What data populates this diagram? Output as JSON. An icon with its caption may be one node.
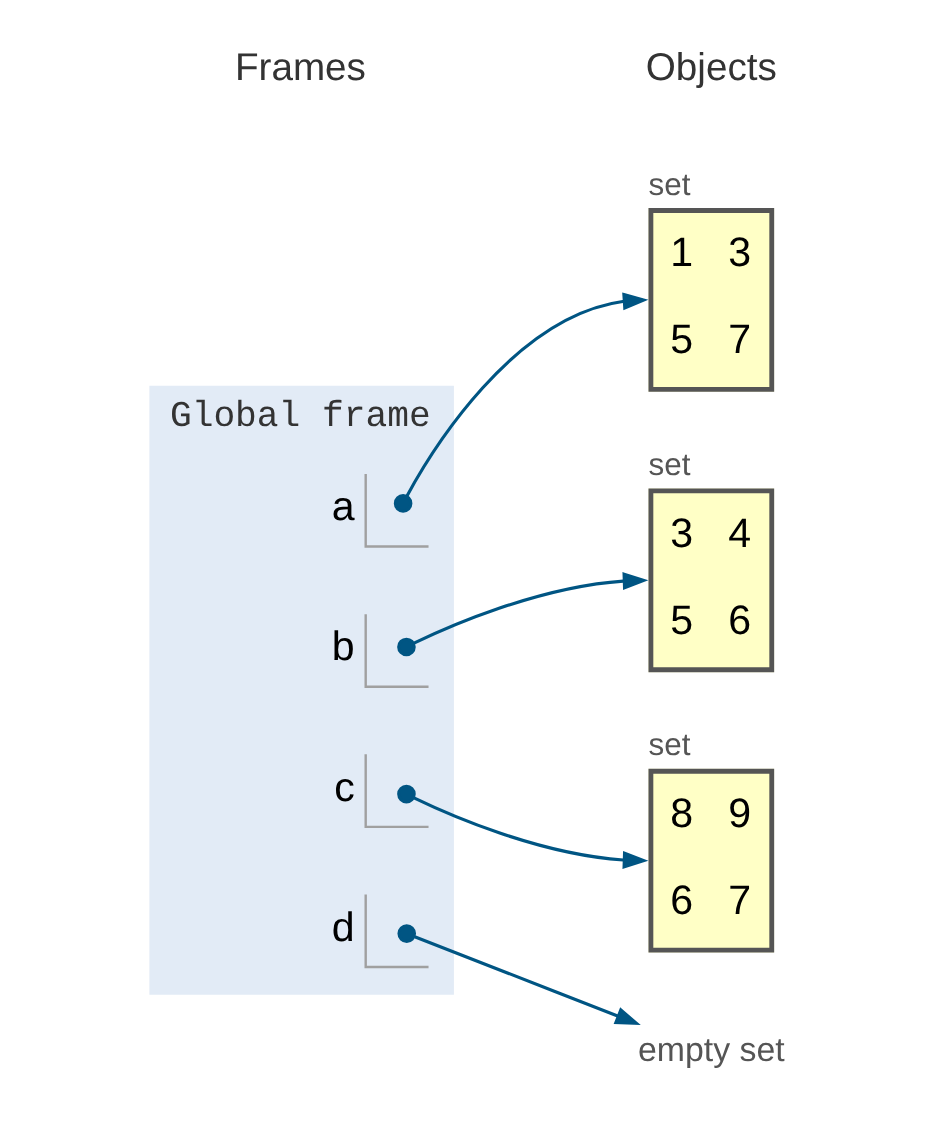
{
  "diagram": {
    "nodes": [
      {
        "text": [
          "Global frame"
        ]
      },
      {
        "text": [
          "a"
        ],
        "in": 0
      },
      {
        "text": [
          "b"
        ],
        "in": 0
      },
      {
        "text": [
          "c"
        ],
        "in": 0
      },
      {
        "text": [
          "d"
        ],
        "in": 0
      },
      {
        "text": [
          "set",
          "1",
          "3",
          "5",
          "7"
        ]
      },
      {
        "text": [
          "set",
          "3",
          "4",
          "5",
          "6"
        ]
      },
      {
        "text": [
          "set",
          "8",
          "9",
          "6",
          "7"
        ]
      },
      {
        "text": [
          "empty set"
        ]
      }
    ],
    "edges": [
      {
        "from": 1,
        "to": 5,
        "arrow": "to"
      },
      {
        "from": 2,
        "to": 6,
        "arrow": "to"
      },
      {
        "from": 3,
        "to": 7,
        "arrow": "to"
      },
      {
        "from": 4,
        "to": 8,
        "arrow": "to"
      }
    ],
    "labels": [
      "Frames",
      "Objects"
    ]
  }
}
